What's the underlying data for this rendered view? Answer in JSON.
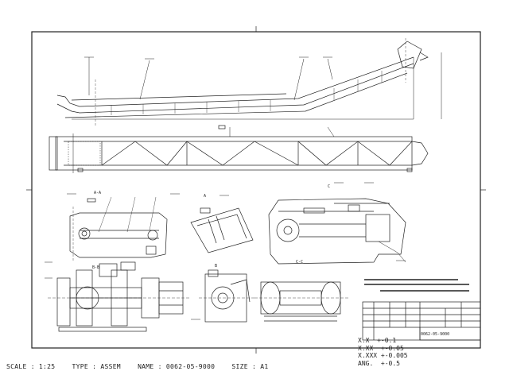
{
  "footer": {
    "scale": "SCALE : 1:25",
    "type": "TYPE : ASSEM",
    "name": "NAME : 0062-05-9000",
    "size": "SIZE : A1"
  },
  "tolerances": [
    "X.X  +-0.1",
    "X.XX  +-0.05",
    "X.XXX +-0.005",
    "ANG.  +-0.5"
  ],
  "title_block": {
    "drawing_number": "0062-05-9000"
  },
  "view_labels": {
    "section_aa": "A-A",
    "section_bb": "B-B",
    "section_cc": "C-C",
    "detail_a": "A",
    "detail_b": "B",
    "detail_c": "C"
  },
  "colors": {
    "line": "#222222",
    "paper": "#ffffff"
  }
}
